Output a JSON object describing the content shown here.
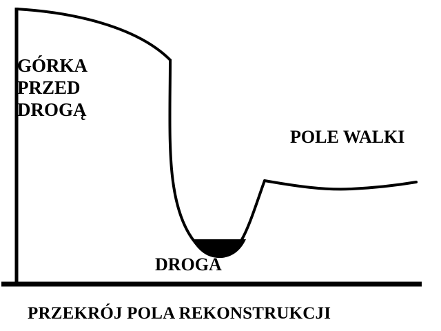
{
  "diagram": {
    "labels": {
      "hill_lines": [
        "GÓRKA",
        "PRZED",
        "DROGĄ"
      ],
      "battlefield": "POLE WALKI",
      "road": "DROGA",
      "caption": "PRZEKRÓJ POLA REKONSTRUKCJI"
    },
    "colors": {
      "ink": "#000000",
      "background": "#ffffff"
    }
  }
}
